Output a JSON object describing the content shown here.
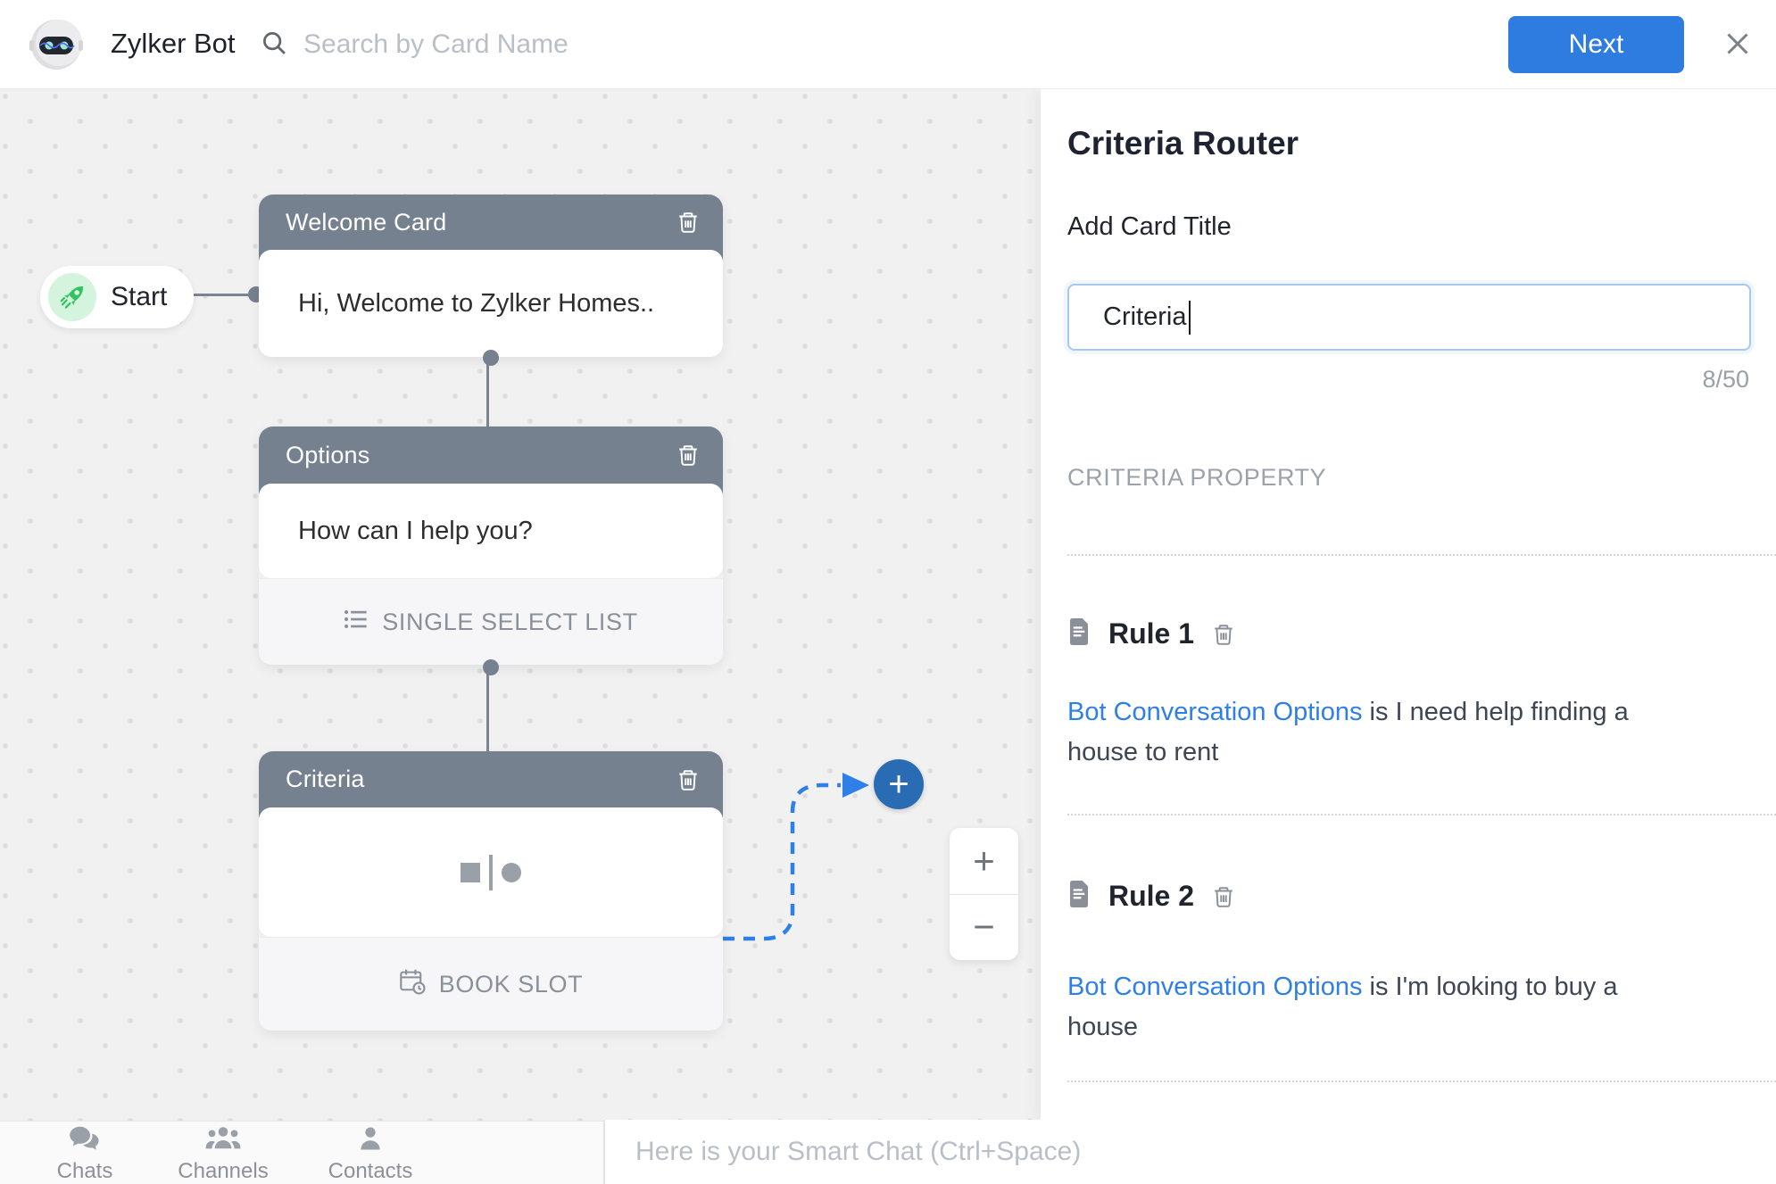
{
  "header": {
    "bot_name": "Zylker Bot",
    "search_placeholder": "Search by Card Name",
    "next_label": "Next"
  },
  "canvas": {
    "start_label": "Start",
    "cards": {
      "welcome": {
        "title": "Welcome Card",
        "body": "Hi, Welcome to Zylker Homes.."
      },
      "options": {
        "title": "Options",
        "body": "How can I help you?",
        "footer": "SINGLE SELECT LIST"
      },
      "criteria": {
        "title": "Criteria",
        "footer": "BOOK SLOT"
      }
    },
    "add_label": "+",
    "zoom_in": "+",
    "zoom_out": "−"
  },
  "panel": {
    "title": "Criteria Router",
    "card_title_label": "Add Card Title",
    "card_title_value": "Criteria",
    "char_counter": "8/50",
    "section_label": "CRITERIA PROPERTY",
    "rules": [
      {
        "name": "Rule 1",
        "property": "Bot Conversation Options",
        "condition": " is I need help finding a house to rent"
      },
      {
        "name": "Rule 2",
        "property": "Bot Conversation Options",
        "condition": " is I'm looking to buy a house"
      }
    ]
  },
  "bottombar": {
    "items": [
      {
        "label": "Chats"
      },
      {
        "label": "Channels"
      },
      {
        "label": "Contacts"
      }
    ],
    "smart_chat_placeholder": "Here is your Smart Chat (Ctrl+Space)"
  },
  "colors": {
    "card_header_gray": "#76818F",
    "accent_blue": "#2F7CE0",
    "link_blue": "#2F7FE8",
    "plus_circle_blue": "#2A6CB3",
    "start_green": "#33C45F",
    "canvas_bg": "#F1F1F2"
  },
  "icons": [
    "robot-avatar",
    "search-icon",
    "close-icon",
    "trash-icon",
    "rocket-icon",
    "list-icon",
    "calendar-clock-icon",
    "split-icon",
    "document-icon",
    "chats-icon",
    "channels-icon",
    "contacts-icon",
    "plus-icon",
    "minus-icon"
  ]
}
